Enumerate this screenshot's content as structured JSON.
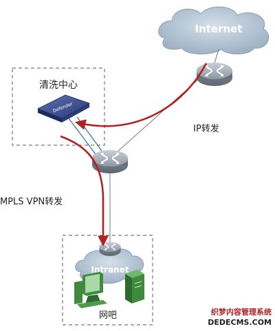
{
  "labels": {
    "cleaning_center": "清洗中心",
    "ip_forward": "IP转发",
    "mpls_forward": "MPLS VPN转发",
    "internet_bar": "网吧"
  },
  "cloud_labels": {
    "internet": "Internet",
    "intranet": "Intranet"
  },
  "device": {
    "defender_label": "Defender"
  },
  "watermark": {
    "line1": "织梦内容管理系统",
    "line2": "DEDECMS.COM"
  },
  "colors": {
    "traffic_arrow": "#b22222",
    "cloud": "#b7c6d4",
    "router": "#8f99a3",
    "link_blue": "#2e6fb0",
    "dashed_box": "#777777"
  }
}
